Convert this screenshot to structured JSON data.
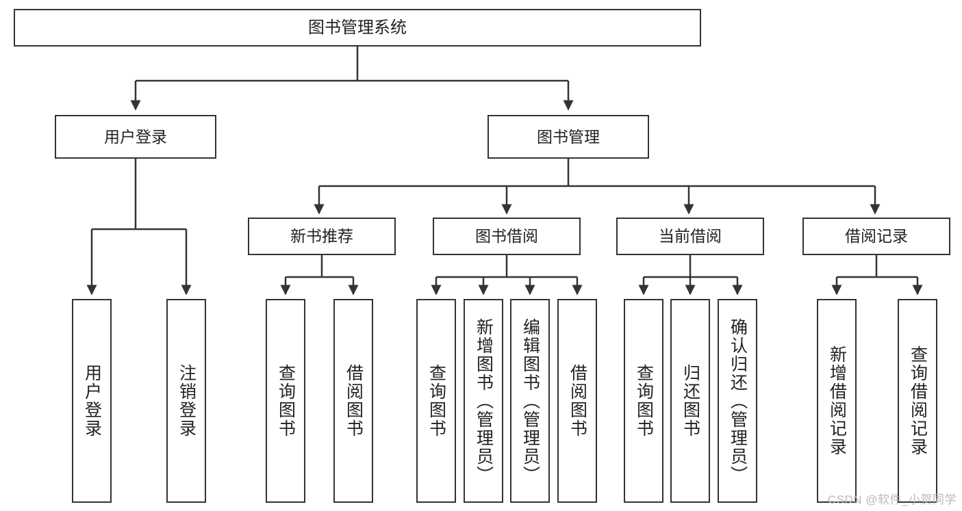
{
  "diagram": {
    "type": "tree",
    "title": "图书管理系统",
    "orientation": "top-down",
    "root": {
      "label": "图书管理系统"
    },
    "level2": [
      {
        "label": "用户登录"
      },
      {
        "label": "图书管理"
      }
    ],
    "level3": [
      {
        "label": "新书推荐"
      },
      {
        "label": "图书借阅"
      },
      {
        "label": "当前借阅"
      },
      {
        "label": "借阅记录"
      }
    ],
    "leaves": {
      "user_login": [
        {
          "label": "用户登录"
        },
        {
          "label": "注销登录"
        }
      ],
      "new_book_recommend": [
        {
          "label": "查询图书"
        },
        {
          "label": "借阅图书"
        }
      ],
      "book_borrow": [
        {
          "label": "查询图书"
        },
        {
          "label": "新增图书（管理员）"
        },
        {
          "label": "编辑图书（管理员）"
        },
        {
          "label": "借阅图书"
        }
      ],
      "current_borrow": [
        {
          "label": "查询图书"
        },
        {
          "label": "归还图书"
        },
        {
          "label": "确认归还（管理员）"
        }
      ],
      "borrow_record": [
        {
          "label": "新增借阅记录"
        },
        {
          "label": "查询借阅记录"
        }
      ]
    }
  },
  "watermark": {
    "text": "CSDN @软件_小贺同学"
  },
  "colors": {
    "stroke": "#333333",
    "fill": "#ffffff",
    "text": "#222222",
    "watermark": "#b9b9b9"
  }
}
